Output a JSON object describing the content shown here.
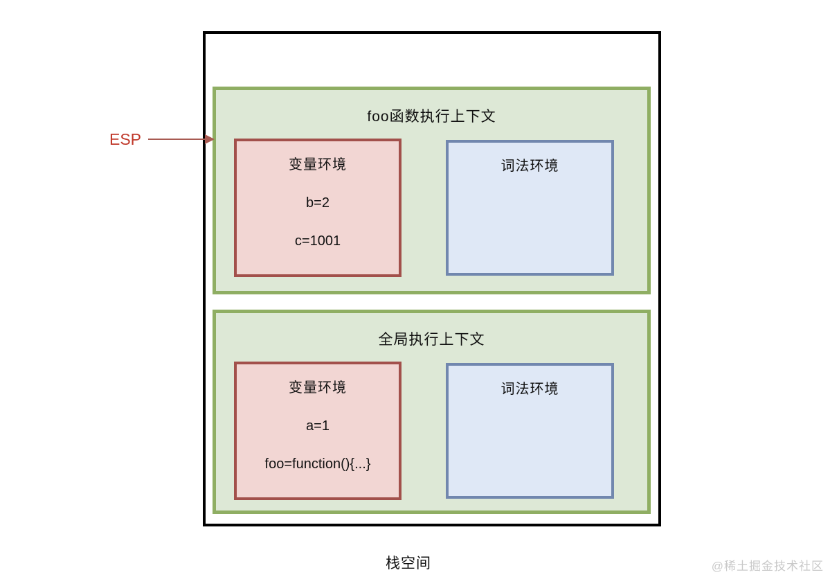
{
  "page": {
    "footer_label": "栈空间",
    "watermark": "@稀土掘金技术社区"
  },
  "esp": {
    "label": "ESP"
  },
  "colors": {
    "outer_border": "#000000",
    "context_fill": "#dde8d6",
    "context_border": "#8fae63",
    "variable_fill": "#f2d6d3",
    "variable_border": "#a2504b",
    "lexical_fill": "#dfe8f6",
    "lexical_border": "#7187ae",
    "esp_red": "#c0392b",
    "arrow_red": "#a85a52",
    "watermark_gray": "#c9c9c9"
  },
  "contexts": [
    {
      "title": "foo函数执行上下文",
      "variable_env": {
        "title": "变量环境",
        "entries": [
          "b=2",
          "c=1001"
        ]
      },
      "lexical_env": {
        "title": "词法环境"
      }
    },
    {
      "title": "全局执行上下文",
      "variable_env": {
        "title": "变量环境",
        "entries": [
          "a=1",
          "foo=function(){...}"
        ]
      },
      "lexical_env": {
        "title": "词法环境"
      }
    }
  ]
}
